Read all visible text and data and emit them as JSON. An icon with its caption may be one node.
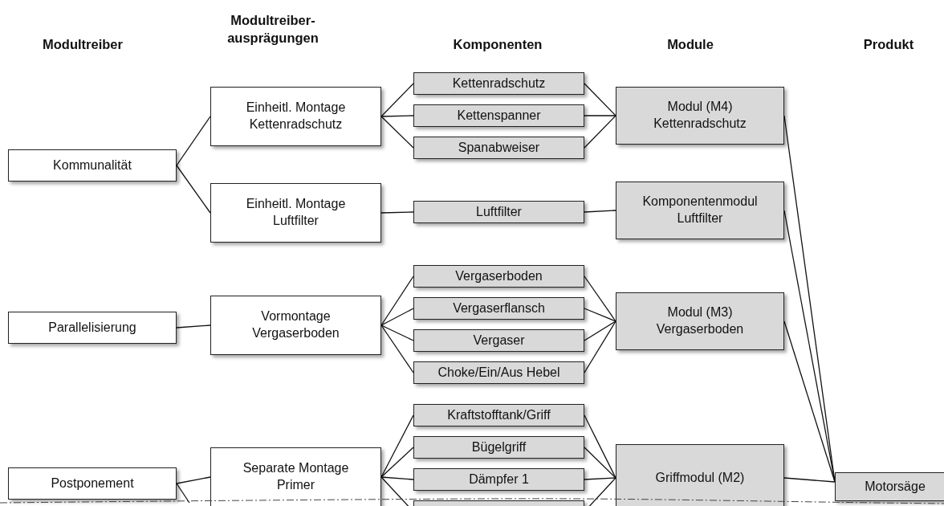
{
  "diagram": {
    "nodes": [
      {
        "text": [
          "Kommunalität"
        ]
      },
      {
        "text": [
          "Einheitl. Montage Kettenradschutz"
        ]
      },
      {
        "text": [
          "Kettenradschutz"
        ]
      },
      {
        "text": [
          "Kettenspanner"
        ]
      },
      {
        "text": [
          "Spanabweiser"
        ]
      },
      {
        "text": [
          "Modul (M4) Kettenradschutz"
        ]
      },
      {
        "text": [
          "Einheitl. Montage Luftfilter"
        ]
      },
      {
        "text": [
          "Luftfilter"
        ]
      },
      {
        "text": [
          "Komponentenmodul Luftfilter"
        ]
      },
      {
        "text": [
          "Parallelisierung"
        ]
      },
      {
        "text": [
          "Vormontage Vergaserboden"
        ]
      },
      {
        "text": [
          "Vergaserboden"
        ]
      },
      {
        "text": [
          "Vergaserflansch"
        ]
      },
      {
        "text": [
          "Vergaser"
        ]
      },
      {
        "text": [
          "Choke/Ein/Aus Hebel"
        ]
      },
      {
        "text": [
          "Modul (M3) Vergaserboden"
        ]
      },
      {
        "text": [
          "Postponement"
        ]
      },
      {
        "text": [
          "Separate Montage Primer"
        ]
      },
      {
        "text": [
          "Kraftstofftank/Griff"
        ]
      },
      {
        "text": [
          "Bügelgriff"
        ]
      },
      {
        "text": [
          "Dämpfer 1"
        ]
      },
      {
        "text": [],
        "shape": "box"
      },
      {
        "text": [
          "Griffmodul (M2)"
        ]
      },
      {
        "text": [
          "Motorsäge"
        ]
      }
    ],
    "edges": [
      {
        "from": 0,
        "to": 1,
        "arrow": "none"
      },
      {
        "from": 0,
        "to": 6,
        "arrow": "none"
      },
      {
        "from": 1,
        "to": 2,
        "arrow": "none"
      },
      {
        "from": 1,
        "to": 3,
        "arrow": "none"
      },
      {
        "from": 1,
        "to": 4,
        "arrow": "none"
      },
      {
        "from": 2,
        "to": 5,
        "arrow": "none"
      },
      {
        "from": 3,
        "to": 5,
        "arrow": "none"
      },
      {
        "from": 4,
        "to": 5,
        "arrow": "none"
      },
      {
        "from": 6,
        "to": 7,
        "arrow": "none"
      },
      {
        "from": 7,
        "to": 8,
        "arrow": "none"
      },
      {
        "from": 9,
        "to": 10,
        "arrow": "none"
      },
      {
        "from": 10,
        "to": 11,
        "arrow": "none"
      },
      {
        "from": 10,
        "to": 12,
        "arrow": "none"
      },
      {
        "from": 10,
        "to": 13,
        "arrow": "none"
      },
      {
        "from": 10,
        "to": 14,
        "arrow": "none"
      },
      {
        "from": 11,
        "to": 15,
        "arrow": "none"
      },
      {
        "from": 12,
        "to": 15,
        "arrow": "none"
      },
      {
        "from": 13,
        "to": 15,
        "arrow": "none"
      },
      {
        "from": 14,
        "to": 15,
        "arrow": "none"
      },
      {
        "from": 16,
        "to": 17,
        "arrow": "none"
      },
      {
        "from": 16,
        "to": null,
        "arrow": "none"
      },
      {
        "from": 17,
        "to": 18,
        "arrow": "none"
      },
      {
        "from": 17,
        "to": 19,
        "arrow": "none"
      },
      {
        "from": 17,
        "to": 20,
        "arrow": "none"
      },
      {
        "from": 17,
        "to": 21,
        "arrow": "none"
      },
      {
        "from": 18,
        "to": 22,
        "arrow": "none"
      },
      {
        "from": 19,
        "to": 22,
        "arrow": "none"
      },
      {
        "from": 20,
        "to": 22,
        "arrow": "none"
      },
      {
        "from": 21,
        "to": 22,
        "arrow": "none"
      },
      {
        "from": 5,
        "to": 23,
        "arrow": "none"
      },
      {
        "from": 8,
        "to": 23,
        "arrow": "none"
      },
      {
        "from": 15,
        "to": 23,
        "arrow": "none"
      },
      {
        "from": 22,
        "to": 23,
        "arrow": "none"
      }
    ],
    "labels": [
      "Modultreiber",
      "Modultreiber- ausprägungen",
      "Komponenten",
      "Module",
      "Produkt"
    ]
  }
}
